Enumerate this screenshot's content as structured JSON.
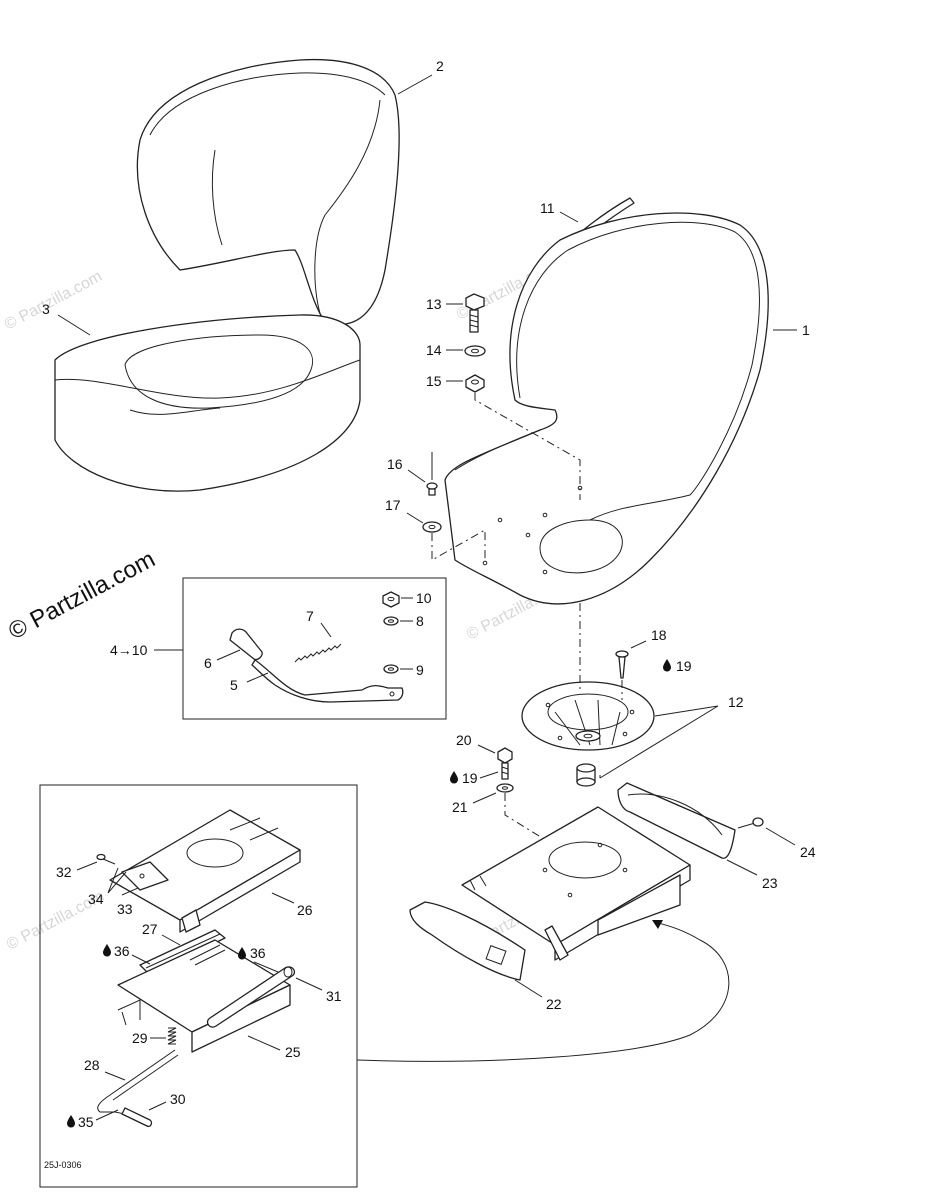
{
  "watermark": {
    "text": "© Partzilla.com"
  },
  "diagram_code": "25J-0306",
  "group_label": "4→10",
  "lubricant_icon": "oil-drop-icon",
  "callouts": {
    "c1": "1",
    "c2": "2",
    "c3": "3",
    "c5": "5",
    "c6": "6",
    "c7": "7",
    "c8": "8",
    "c9": "9",
    "c10": "10",
    "c11": "11",
    "c12": "12",
    "c13": "13",
    "c14": "14",
    "c15": "15",
    "c16": "16",
    "c17": "17",
    "c18": "18",
    "c19a": "19",
    "c19b": "19",
    "c20": "20",
    "c21": "21",
    "c22": "22",
    "c23": "23",
    "c24": "24",
    "c25": "25",
    "c26": "26",
    "c27": "27",
    "c28": "28",
    "c29": "29",
    "c30": "30",
    "c31": "31",
    "c32": "32",
    "c33": "33",
    "c34": "34",
    "c35": "35",
    "c36a": "36",
    "c36b": "36"
  }
}
